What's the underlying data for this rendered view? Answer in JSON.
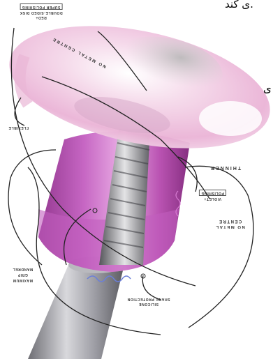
{
  "arabic_text": {
    "top": "ى كند.",
    "right": "ى"
  },
  "callouts": {
    "double_sided_disc": {
      "line1": "RED+",
      "line2": "DOUBLE-SIDED DISK",
      "line3": "SUPER POLISHING"
    },
    "no_metal_centre_disc": "NO METAL CENTRE",
    "flexible": "FLEXIBLE",
    "thinner": "THINNER",
    "violet_polishing": {
      "line1": "VIOLET+",
      "line2": "POLISHING"
    },
    "no_metal_centre_side": {
      "line1": "NO METAL",
      "line2": "CENTRE"
    },
    "maximum_grip_mandrel": {
      "line1": "MAXIMUM",
      "line2": "GRIP",
      "line3": "MANDREL"
    },
    "silicone_shank_protection": {
      "line1": "SILICONE",
      "line2": "SHANK PROTECTION"
    }
  },
  "colors": {
    "disc_pink": "#f2c6e0",
    "cup_magenta": "#b347b0",
    "metal_grey": "#a8a8ad",
    "lines": "#222222"
  },
  "icon_names": [
    "product-illustration"
  ]
}
